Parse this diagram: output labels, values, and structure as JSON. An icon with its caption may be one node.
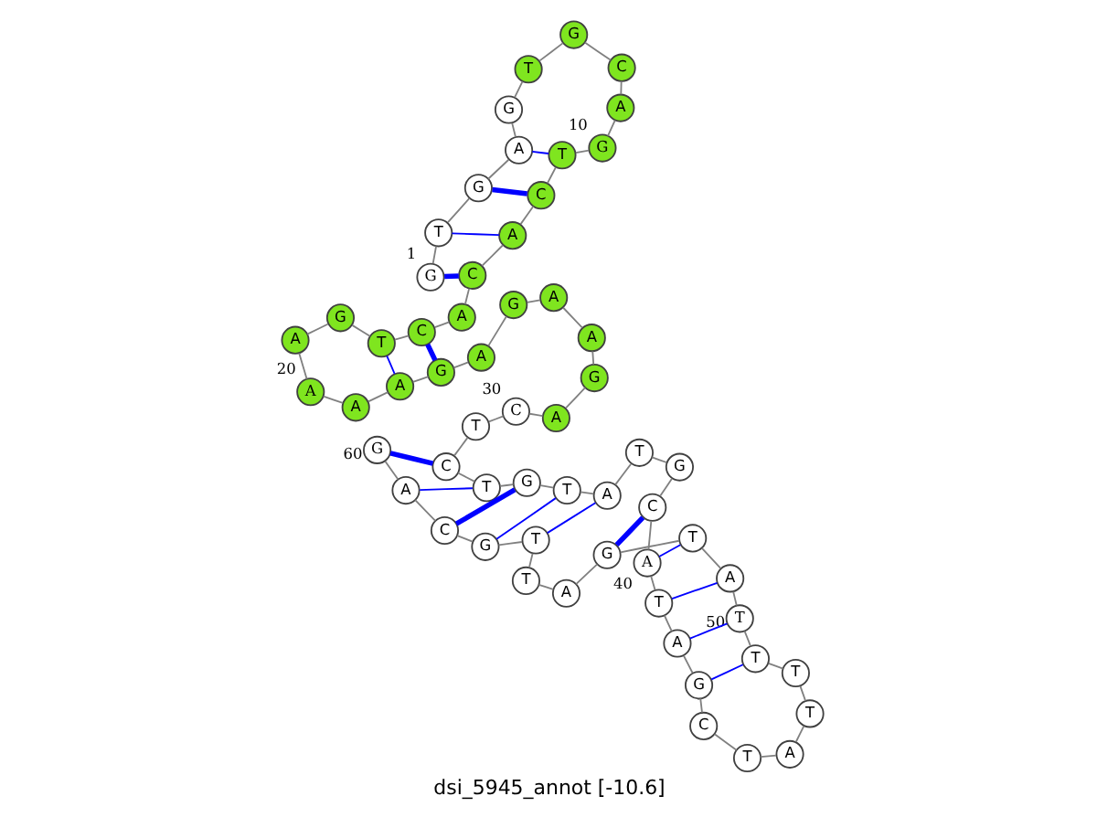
{
  "diagram": {
    "caption": "dsi_5945_annot [-10.6]",
    "nodes": [
      {
        "text": [
          "G"
        ],
        "beside": [
          "1"
        ]
      },
      {
        "text": [
          "T"
        ]
      },
      {
        "text": [
          "G"
        ]
      },
      {
        "text": [
          "A"
        ]
      },
      {
        "text": [
          "G"
        ]
      },
      {
        "text": [
          "T"
        ]
      },
      {
        "text": [
          "G"
        ]
      },
      {
        "text": [
          "C"
        ]
      },
      {
        "text": [
          "A"
        ]
      },
      {
        "text": [
          "G"
        ],
        "beside": [
          "10"
        ]
      },
      {
        "text": [
          "T"
        ]
      },
      {
        "text": [
          "C"
        ]
      },
      {
        "text": [
          "A"
        ]
      },
      {
        "text": [
          "C"
        ]
      },
      {
        "text": [
          "A"
        ]
      },
      {
        "text": [
          "C"
        ]
      },
      {
        "text": [
          "T"
        ]
      },
      {
        "text": [
          "G"
        ]
      },
      {
        "text": [
          "A"
        ]
      },
      {
        "text": [
          "A"
        ],
        "beside": [
          "20"
        ]
      },
      {
        "text": [
          "A"
        ]
      },
      {
        "text": [
          "A"
        ]
      },
      {
        "text": [
          "G"
        ]
      },
      {
        "text": [
          "A"
        ]
      },
      {
        "text": [
          "G"
        ]
      },
      {
        "text": [
          "A"
        ]
      },
      {
        "text": [
          "A"
        ]
      },
      {
        "text": [
          "G"
        ]
      },
      {
        "text": [
          "A"
        ]
      },
      {
        "text": [
          "C"
        ],
        "beside": [
          "30"
        ]
      },
      {
        "text": [
          "T"
        ]
      },
      {
        "text": [
          "C"
        ]
      },
      {
        "text": [
          "T"
        ]
      },
      {
        "text": [
          "G"
        ]
      },
      {
        "text": [
          "T"
        ]
      },
      {
        "text": [
          "A"
        ]
      },
      {
        "text": [
          "T"
        ]
      },
      {
        "text": [
          "G"
        ]
      },
      {
        "text": [
          "C"
        ]
      },
      {
        "text": [
          "A"
        ],
        "beside": [
          "40"
        ]
      },
      {
        "text": [
          "T"
        ]
      },
      {
        "text": [
          "A"
        ]
      },
      {
        "text": [
          "G"
        ]
      },
      {
        "text": [
          "C"
        ]
      },
      {
        "text": [
          "T"
        ]
      },
      {
        "text": [
          "A"
        ]
      },
      {
        "text": [
          "T"
        ]
      },
      {
        "text": [
          "T"
        ]
      },
      {
        "text": [
          "T"
        ]
      },
      {
        "text": [
          "T"
        ],
        "beside": [
          "50"
        ]
      },
      {
        "text": [
          "A"
        ]
      },
      {
        "text": [
          "T"
        ]
      },
      {
        "text": [
          "G"
        ]
      },
      {
        "text": [
          "A"
        ]
      },
      {
        "text": [
          "T"
        ]
      },
      {
        "text": [
          "T"
        ]
      },
      {
        "text": [
          "G"
        ]
      },
      {
        "text": [
          "C"
        ]
      },
      {
        "text": [
          "A"
        ]
      },
      {
        "text": [
          "G"
        ],
        "beside": [
          "60"
        ]
      }
    ],
    "edges": [
      {
        "from": 0,
        "to": 1,
        "arrow": "none"
      },
      {
        "from": 1,
        "to": 2,
        "arrow": "none"
      },
      {
        "from": 2,
        "to": 3,
        "arrow": "none"
      },
      {
        "from": 3,
        "to": 4,
        "arrow": "none"
      },
      {
        "from": 4,
        "to": 5,
        "arrow": "none"
      },
      {
        "from": 5,
        "to": 6,
        "arrow": "none"
      },
      {
        "from": 6,
        "to": 7,
        "arrow": "none"
      },
      {
        "from": 7,
        "to": 8,
        "arrow": "none"
      },
      {
        "from": 8,
        "to": 9,
        "arrow": "none"
      },
      {
        "from": 9,
        "to": 10,
        "arrow": "none"
      },
      {
        "from": 10,
        "to": 11,
        "arrow": "none"
      },
      {
        "from": 11,
        "to": 12,
        "arrow": "none"
      },
      {
        "from": 12,
        "to": 13,
        "arrow": "none"
      },
      {
        "from": 13,
        "to": 14,
        "arrow": "none"
      },
      {
        "from": 14,
        "to": 15,
        "arrow": "none"
      },
      {
        "from": 15,
        "to": 16,
        "arrow": "none"
      },
      {
        "from": 16,
        "to": 17,
        "arrow": "none"
      },
      {
        "from": 17,
        "to": 18,
        "arrow": "none"
      },
      {
        "from": 18,
        "to": 19,
        "arrow": "none"
      },
      {
        "from": 19,
        "to": 20,
        "arrow": "none"
      },
      {
        "from": 20,
        "to": 21,
        "arrow": "none"
      },
      {
        "from": 21,
        "to": 22,
        "arrow": "none"
      },
      {
        "from": 22,
        "to": 23,
        "arrow": "none"
      },
      {
        "from": 23,
        "to": 24,
        "arrow": "none"
      },
      {
        "from": 24,
        "to": 25,
        "arrow": "none"
      },
      {
        "from": 25,
        "to": 26,
        "arrow": "none"
      },
      {
        "from": 26,
        "to": 27,
        "arrow": "none"
      },
      {
        "from": 27,
        "to": 28,
        "arrow": "none"
      },
      {
        "from": 28,
        "to": 29,
        "arrow": "none"
      },
      {
        "from": 29,
        "to": 30,
        "arrow": "none"
      },
      {
        "from": 30,
        "to": 31,
        "arrow": "none"
      },
      {
        "from": 31,
        "to": 32,
        "arrow": "none"
      },
      {
        "from": 32,
        "to": 33,
        "arrow": "none"
      },
      {
        "from": 33,
        "to": 34,
        "arrow": "none"
      },
      {
        "from": 34,
        "to": 35,
        "arrow": "none"
      },
      {
        "from": 35,
        "to": 36,
        "arrow": "none"
      },
      {
        "from": 36,
        "to": 37,
        "arrow": "none"
      },
      {
        "from": 37,
        "to": 38,
        "arrow": "none"
      },
      {
        "from": 38,
        "to": 39,
        "arrow": "none"
      },
      {
        "from": 39,
        "to": 40,
        "arrow": "none"
      },
      {
        "from": 40,
        "to": 41,
        "arrow": "none"
      },
      {
        "from": 41,
        "to": 42,
        "arrow": "none"
      },
      {
        "from": 42,
        "to": 43,
        "arrow": "none"
      },
      {
        "from": 43,
        "to": 44,
        "arrow": "none"
      },
      {
        "from": 44,
        "to": 45,
        "arrow": "none"
      },
      {
        "from": 45,
        "to": 46,
        "arrow": "none"
      },
      {
        "from": 46,
        "to": 47,
        "arrow": "none"
      },
      {
        "from": 47,
        "to": 48,
        "arrow": "none"
      },
      {
        "from": 48,
        "to": 49,
        "arrow": "none"
      },
      {
        "from": 49,
        "to": 50,
        "arrow": "none"
      },
      {
        "from": 50,
        "to": 51,
        "arrow": "none"
      },
      {
        "from": 51,
        "to": 52,
        "arrow": "none"
      },
      {
        "from": 52,
        "to": 53,
        "arrow": "none"
      },
      {
        "from": 53,
        "to": 54,
        "arrow": "none"
      },
      {
        "from": 54,
        "to": 55,
        "arrow": "none"
      },
      {
        "from": 55,
        "to": 56,
        "arrow": "none"
      },
      {
        "from": 56,
        "to": 57,
        "arrow": "none"
      },
      {
        "from": 57,
        "to": 58,
        "arrow": "none"
      },
      {
        "from": 58,
        "to": 59,
        "arrow": "none"
      },
      {
        "from": 13,
        "to": 0,
        "arrow": "none",
        "style": "thick",
        "color": "#0000ff"
      },
      {
        "from": 12,
        "to": 1,
        "arrow": "none",
        "color": "#0000ff"
      },
      {
        "from": 11,
        "to": 2,
        "arrow": "none",
        "style": "thick",
        "color": "#0000ff"
      },
      {
        "from": 10,
        "to": 3,
        "arrow": "none",
        "color": "#0000ff"
      },
      {
        "from": 15,
        "to": 22,
        "arrow": "none",
        "style": "thick",
        "color": "#0000ff"
      },
      {
        "from": 16,
        "to": 21,
        "arrow": "none",
        "color": "#0000ff"
      },
      {
        "from": 31,
        "to": 59,
        "arrow": "none",
        "style": "thick",
        "color": "#0000ff"
      },
      {
        "from": 32,
        "to": 58,
        "arrow": "none",
        "color": "#0000ff"
      },
      {
        "from": 33,
        "to": 57,
        "arrow": "none",
        "style": "thick",
        "color": "#0000ff"
      },
      {
        "from": 34,
        "to": 56,
        "arrow": "none",
        "color": "#0000ff"
      },
      {
        "from": 35,
        "to": 55,
        "arrow": "none",
        "color": "#0000ff"
      },
      {
        "from": 38,
        "to": 52,
        "arrow": "none",
        "style": "thick",
        "color": "#0000ff"
      },
      {
        "from": 39,
        "to": 51,
        "arrow": "none",
        "color": "#0000ff"
      },
      {
        "from": 40,
        "to": 50,
        "arrow": "none",
        "color": "#0000ff"
      },
      {
        "from": 41,
        "to": 49,
        "arrow": "none",
        "color": "#0000ff"
      },
      {
        "from": 42,
        "to": 48,
        "arrow": "none",
        "color": "#0000ff"
      }
    ]
  }
}
